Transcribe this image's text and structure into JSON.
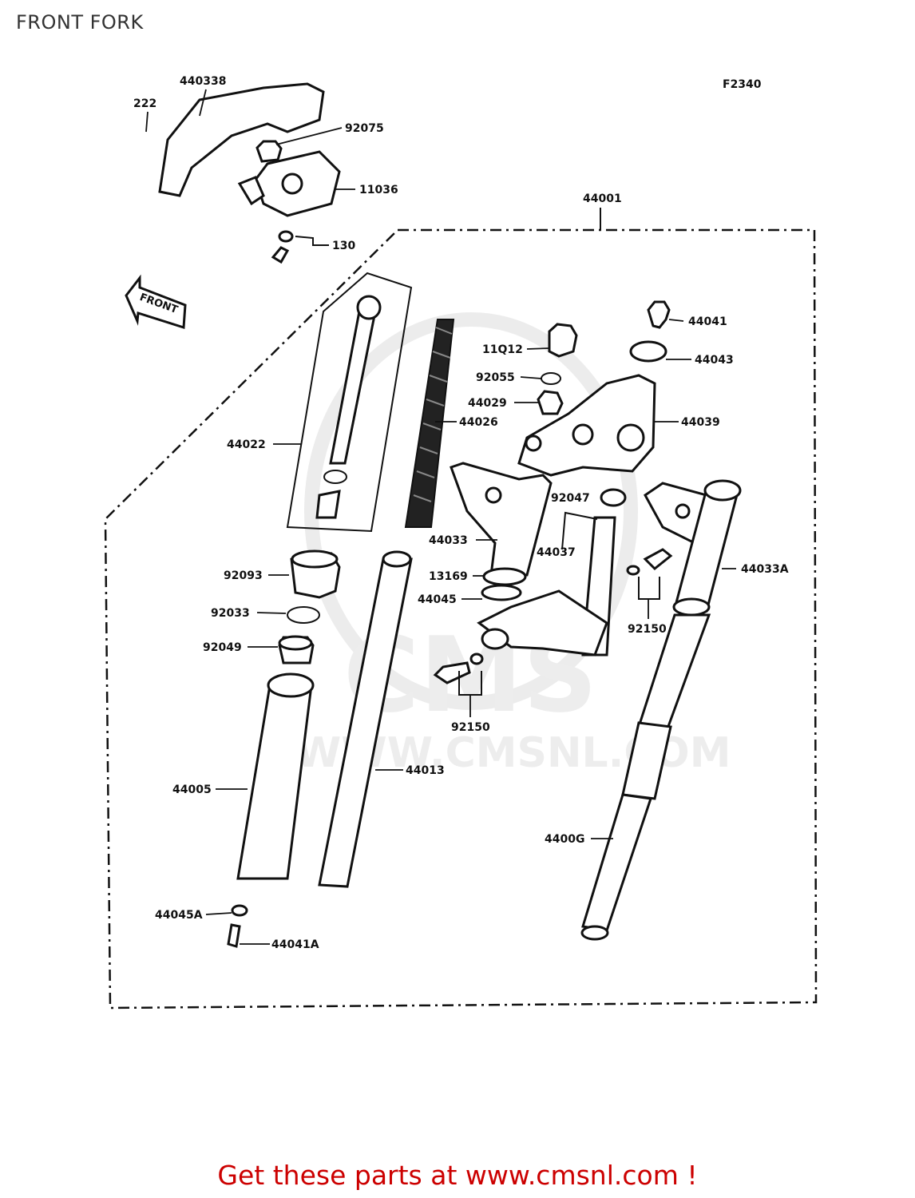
{
  "page": {
    "title": "FRONT FORK"
  },
  "diagram": {
    "code": "F2340",
    "front_arrow": "FRONT",
    "watermark": {
      "brand": "CMS",
      "url": "WWW.CMSNL.COM"
    },
    "labels": {
      "p440338": "440338",
      "p222": "222",
      "p92075": "92075",
      "p11036": "11036",
      "p130": "130",
      "p44001": "44001",
      "p44041": "44041",
      "p44043": "44043",
      "p11012": "11Q12",
      "p92055": "92055",
      "p44029": "44029",
      "p44026": "44026",
      "p44039": "44039",
      "p44022": "44022",
      "p92047": "92047",
      "p44033": "44033",
      "p44037": "44037",
      "p13169": "13169",
      "p44045": "44045",
      "p92093": "92093",
      "p92033": "92033",
      "p92049": "92049",
      "p92150a": "92150",
      "p92150b": "92150",
      "p44033a": "44033A",
      "p44013": "44013",
      "p44005": "44005",
      "p44006": "4400G",
      "p44045a": "44045A",
      "p44041a": "44041A"
    }
  },
  "footer": {
    "text": "Get these parts at www.cmsnl.com !",
    "color": "#cc0000"
  },
  "colors": {
    "ink": "#111111",
    "watermark": "#e6e6e6"
  }
}
